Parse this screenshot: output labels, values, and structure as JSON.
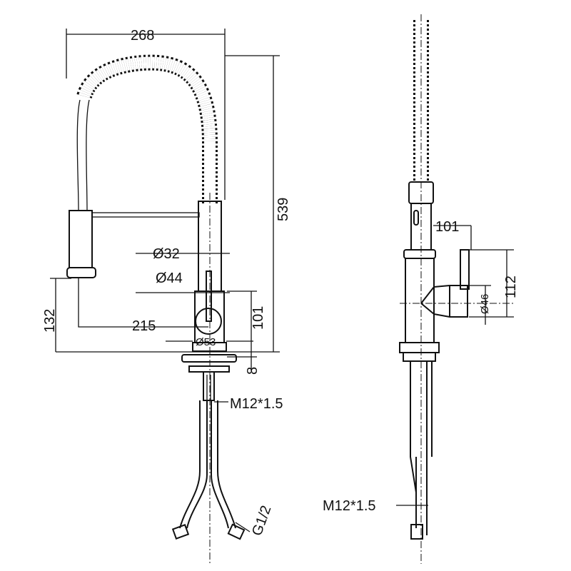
{
  "front_view": {
    "dims": {
      "overall_width": "268",
      "overall_height": "539",
      "pipe_diameter": "Ø32",
      "body_diameter": "Ø44",
      "handle_height": "101",
      "spout_height": "132",
      "spout_reach": "215",
      "base_diameter": "Ø53",
      "base_thickness": "8",
      "shank_thread": "M12*1.5",
      "hose_thread": "G1/2"
    }
  },
  "side_view": {
    "dims": {
      "handle_offset": "101",
      "handle_height": "112",
      "spout_diameter": "Ø46",
      "shank_thread": "M12*1.5"
    }
  }
}
